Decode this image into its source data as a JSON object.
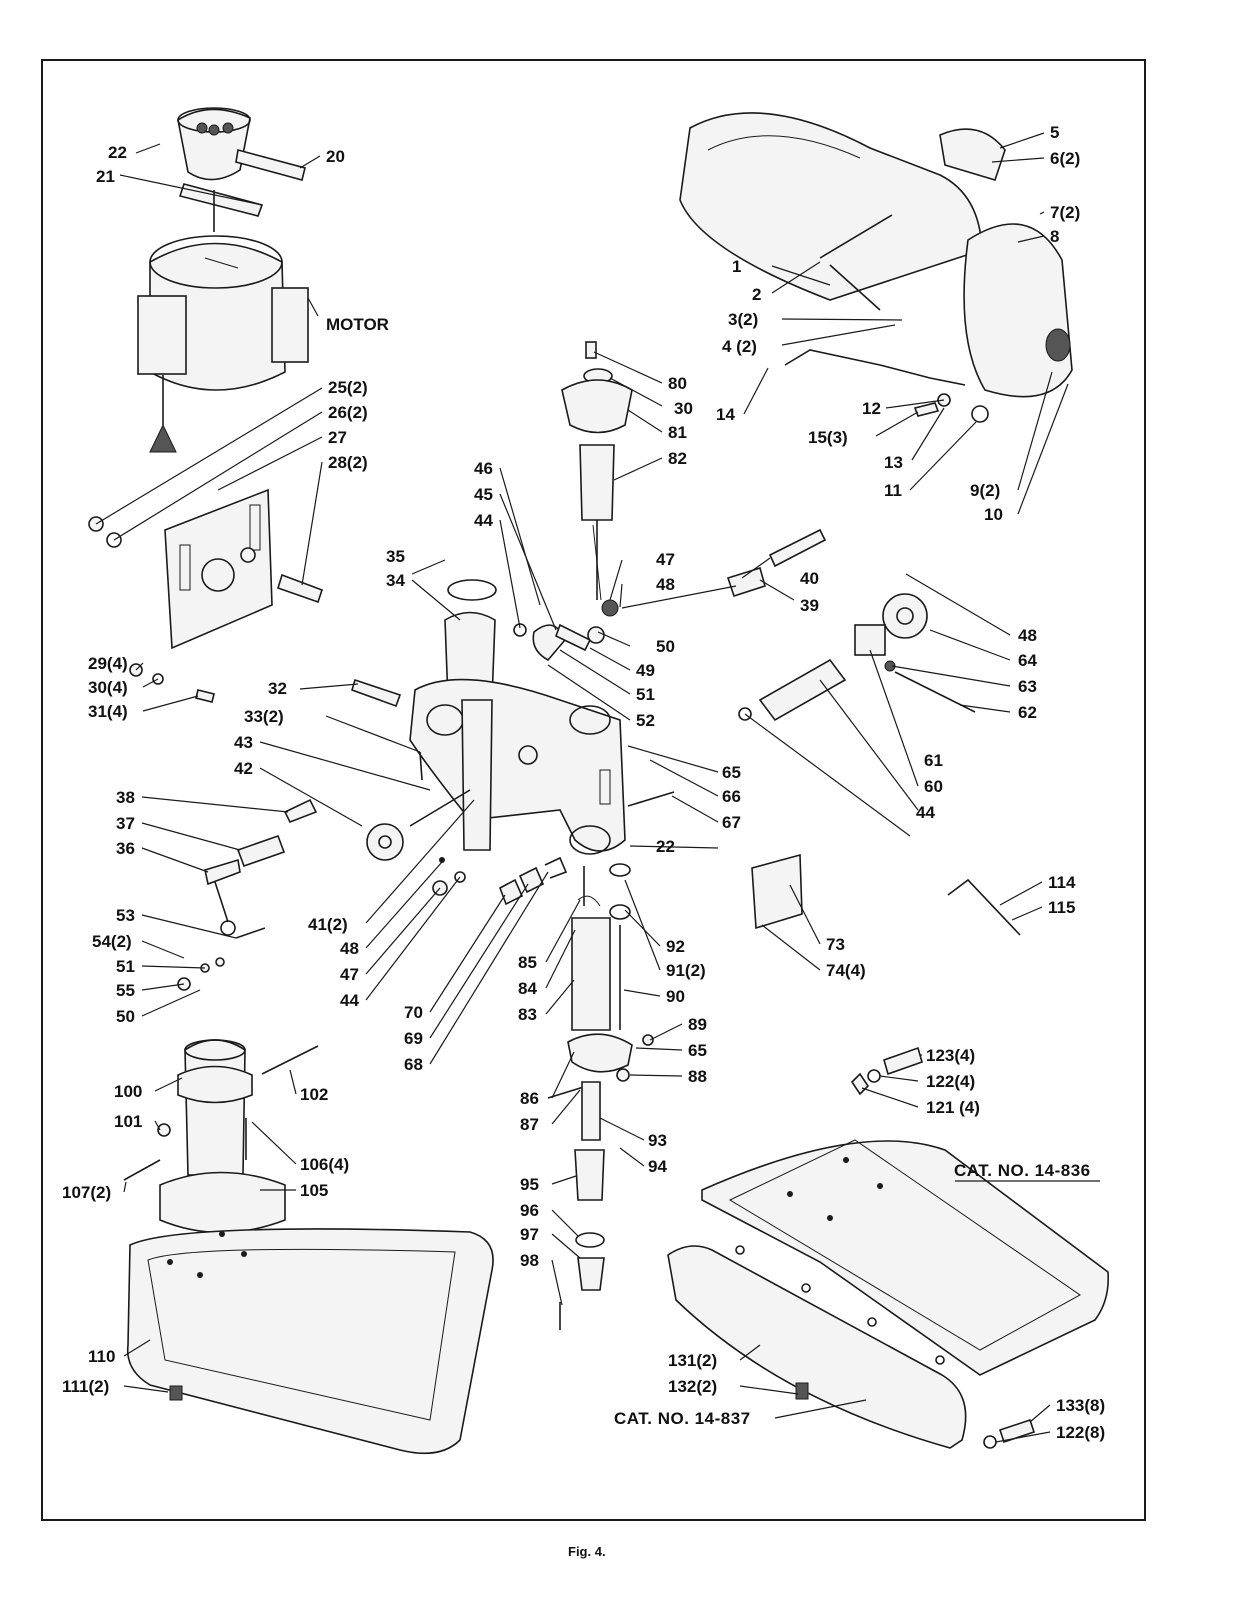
{
  "figure": {
    "caption": "Fig. 4.",
    "motor_label": "MOTOR",
    "catalog_1": "CAT. NO. 14-836",
    "catalog_2": "CAT. NO. 14-837"
  },
  "callouts": [
    {
      "id": "c1",
      "text": "1"
    },
    {
      "id": "c2",
      "text": "2"
    },
    {
      "id": "c3",
      "text": "3(2)"
    },
    {
      "id": "c4",
      "text": "4 (2)"
    },
    {
      "id": "c5",
      "text": "5"
    },
    {
      "id": "c6",
      "text": "6(2)"
    },
    {
      "id": "c7",
      "text": "7(2)"
    },
    {
      "id": "c8",
      "text": "8"
    },
    {
      "id": "c9",
      "text": "9(2)"
    },
    {
      "id": "c10",
      "text": "10"
    },
    {
      "id": "c11",
      "text": "11"
    },
    {
      "id": "c12",
      "text": "12"
    },
    {
      "id": "c13",
      "text": "13"
    },
    {
      "id": "c14",
      "text": "14"
    },
    {
      "id": "c15",
      "text": "15(3)"
    },
    {
      "id": "c20",
      "text": "20"
    },
    {
      "id": "c21",
      "text": "21"
    },
    {
      "id": "c22a",
      "text": "22"
    },
    {
      "id": "c22b",
      "text": "22"
    },
    {
      "id": "c25",
      "text": "25(2)"
    },
    {
      "id": "c26",
      "text": "26(2)"
    },
    {
      "id": "c27",
      "text": "27"
    },
    {
      "id": "c28",
      "text": "28(2)"
    },
    {
      "id": "c29",
      "text": "29(4)"
    },
    {
      "id": "c30",
      "text": "30(4)"
    },
    {
      "id": "c31",
      "text": "31(4)"
    },
    {
      "id": "c30b",
      "text": "30"
    },
    {
      "id": "c32",
      "text": "32"
    },
    {
      "id": "c33",
      "text": "33(2)"
    },
    {
      "id": "c34",
      "text": "34"
    },
    {
      "id": "c35",
      "text": "35"
    },
    {
      "id": "c36",
      "text": "36"
    },
    {
      "id": "c37",
      "text": "37"
    },
    {
      "id": "c38",
      "text": "38"
    },
    {
      "id": "c39",
      "text": "39"
    },
    {
      "id": "c40",
      "text": "40"
    },
    {
      "id": "c41",
      "text": "41(2)"
    },
    {
      "id": "c42",
      "text": "42"
    },
    {
      "id": "c43",
      "text": "43"
    },
    {
      "id": "c44a",
      "text": "44"
    },
    {
      "id": "c44b",
      "text": "44"
    },
    {
      "id": "c44c",
      "text": "44"
    },
    {
      "id": "c45",
      "text": "45"
    },
    {
      "id": "c46",
      "text": "46"
    },
    {
      "id": "c47a",
      "text": "47"
    },
    {
      "id": "c47b",
      "text": "47"
    },
    {
      "id": "c48a",
      "text": "48"
    },
    {
      "id": "c48b",
      "text": "48"
    },
    {
      "id": "c48c",
      "text": "48"
    },
    {
      "id": "c49",
      "text": "49"
    },
    {
      "id": "c50a",
      "text": "50"
    },
    {
      "id": "c50b",
      "text": "50"
    },
    {
      "id": "c51a",
      "text": "51"
    },
    {
      "id": "c51b",
      "text": "51"
    },
    {
      "id": "c52",
      "text": "52"
    },
    {
      "id": "c53",
      "text": "53"
    },
    {
      "id": "c54",
      "text": "54(2)"
    },
    {
      "id": "c55",
      "text": "55"
    },
    {
      "id": "c60",
      "text": "60"
    },
    {
      "id": "c61",
      "text": "61"
    },
    {
      "id": "c62",
      "text": "62"
    },
    {
      "id": "c63",
      "text": "63"
    },
    {
      "id": "c64",
      "text": "64"
    },
    {
      "id": "c65a",
      "text": "65"
    },
    {
      "id": "c65b",
      "text": "65"
    },
    {
      "id": "c66",
      "text": "66"
    },
    {
      "id": "c67",
      "text": "67"
    },
    {
      "id": "c68",
      "text": "68"
    },
    {
      "id": "c69",
      "text": "69"
    },
    {
      "id": "c70",
      "text": "70"
    },
    {
      "id": "c73",
      "text": "73"
    },
    {
      "id": "c74",
      "text": "74(4)"
    },
    {
      "id": "c80",
      "text": "80"
    },
    {
      "id": "c81",
      "text": "81"
    },
    {
      "id": "c82",
      "text": "82"
    },
    {
      "id": "c83",
      "text": "83"
    },
    {
      "id": "c84",
      "text": "84"
    },
    {
      "id": "c85",
      "text": "85"
    },
    {
      "id": "c86",
      "text": "86"
    },
    {
      "id": "c87",
      "text": "87"
    },
    {
      "id": "c88",
      "text": "88"
    },
    {
      "id": "c89",
      "text": "89"
    },
    {
      "id": "c90",
      "text": "90"
    },
    {
      "id": "c91",
      "text": "91(2)"
    },
    {
      "id": "c92",
      "text": "92"
    },
    {
      "id": "c93",
      "text": "93"
    },
    {
      "id": "c94",
      "text": "94"
    },
    {
      "id": "c95",
      "text": "95"
    },
    {
      "id": "c96",
      "text": "96"
    },
    {
      "id": "c97",
      "text": "97"
    },
    {
      "id": "c98",
      "text": "98"
    },
    {
      "id": "c100",
      "text": "100"
    },
    {
      "id": "c101",
      "text": "101"
    },
    {
      "id": "c102",
      "text": "102"
    },
    {
      "id": "c105",
      "text": "105"
    },
    {
      "id": "c106",
      "text": "106(4)"
    },
    {
      "id": "c107",
      "text": "107(2)"
    },
    {
      "id": "c110",
      "text": "110"
    },
    {
      "id": "c111",
      "text": "111(2)"
    },
    {
      "id": "c114",
      "text": "114"
    },
    {
      "id": "c115",
      "text": "115"
    },
    {
      "id": "c121",
      "text": "121 (4)"
    },
    {
      "id": "c122a",
      "text": "122(4)"
    },
    {
      "id": "c122b",
      "text": "122(8)"
    },
    {
      "id": "c123",
      "text": "123(4)"
    },
    {
      "id": "c131",
      "text": "131(2)"
    },
    {
      "id": "c132",
      "text": "132(2)"
    },
    {
      "id": "c133",
      "text": "133(8)"
    }
  ]
}
